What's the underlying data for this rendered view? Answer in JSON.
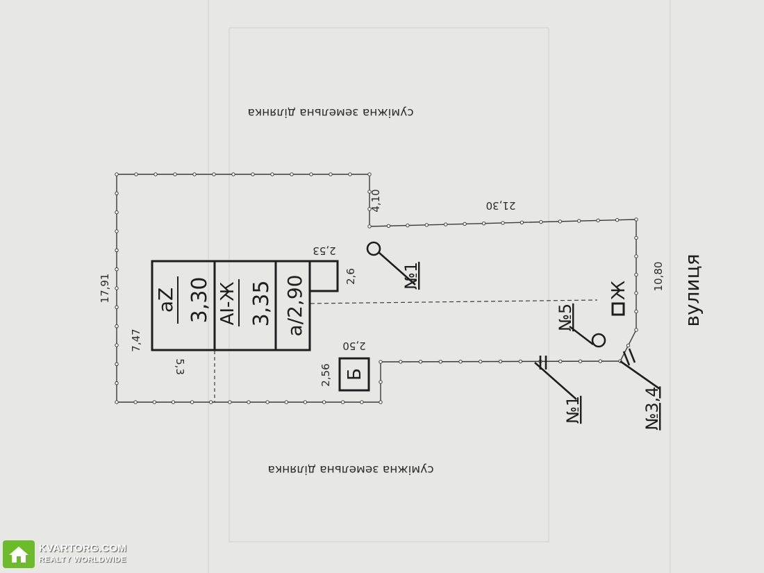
{
  "labels": {
    "adjacent_top": "суміжна земельна ділянка",
    "adjacent_bottom": "суміжна земельна ділянка",
    "street": "вулиця"
  },
  "dimensions": {
    "left_side": "17,91",
    "top_right_step": "4,10",
    "right_top": "21,30",
    "street_side": "10,80",
    "house_width": "7,47",
    "house_offset": "5,3",
    "annex_length": "2,53",
    "annex_width": "2,6",
    "b_length": "2,50",
    "b_width": "2,56"
  },
  "house": {
    "row1_label": "аZ",
    "row1_height": "3,30",
    "row2_label": "АІ-Ж",
    "row2_height": "3,35",
    "row3_label": "а/2,90"
  },
  "structures": {
    "b_label": "Б",
    "zh_label": "Ж"
  },
  "markers": {
    "n1_upper": "№1",
    "n1_lower": "№1",
    "n5": "№5",
    "n34": "№3,4"
  },
  "watermark": {
    "brand": "KVARTORG.COM",
    "tagline": "REALTY WORLDWIDE"
  }
}
